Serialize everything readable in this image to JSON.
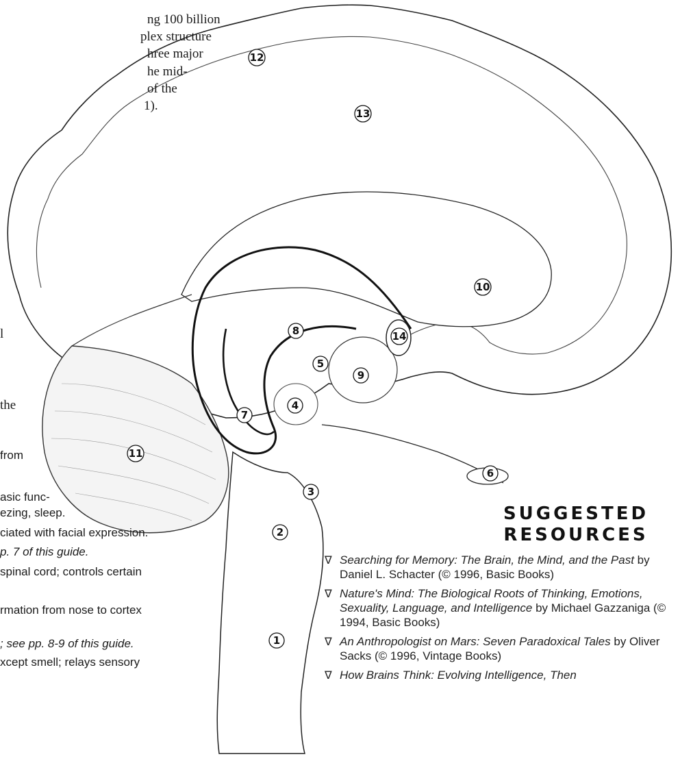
{
  "left_fragments": [
    {
      "text": "ng 100 billion"
    },
    {
      "text": "plex structure"
    },
    {
      "text": "hree major"
    },
    {
      "text": "he mid-"
    },
    {
      "text": "of the"
    },
    {
      "text": "1)."
    },
    {
      "text": "l"
    },
    {
      "text": "the"
    },
    {
      "text": "from"
    },
    {
      "text": "asic func-"
    },
    {
      "text": "ezing, sleep."
    },
    {
      "text": "ciated with facial expression."
    },
    {
      "text": "p. 7 of this guide."
    },
    {
      "text": "spinal cord; controls certain"
    },
    {
      "text": "rmation from nose to cortex"
    },
    {
      "text": "; see pp. 8-9 of this guide."
    },
    {
      "text": "xcept smell; relays sensory"
    }
  ],
  "diagram_labels": [
    "1",
    "2",
    "3",
    "4",
    "5",
    "6",
    "7",
    "8",
    "9",
    "10",
    "11",
    "12",
    "13",
    "14"
  ],
  "resources": {
    "title_line1": "SUGGESTED",
    "title_line2": "RESOURCES",
    "bullet_symbol": "∇",
    "items": [
      {
        "title": "Searching for Memory: The Brain, the Mind, and the Past",
        "info": " by Daniel L. Schacter (© 1996, Basic Books)"
      },
      {
        "title": "Nature's Mind: The Biological Roots of Thinking, Emotions, Sexuality, Language, and Intelligence",
        "info": " by Michael Gazzaniga (© 1994, Basic Books)"
      },
      {
        "title": "An Anthropologist on Mars: Seven Paradoxical Tales",
        "info": " by Oliver Sacks (© 1996, Vintage Books)"
      },
      {
        "title": "How Brains Think: Evolving Intelligence, Then",
        "info": ""
      }
    ]
  }
}
